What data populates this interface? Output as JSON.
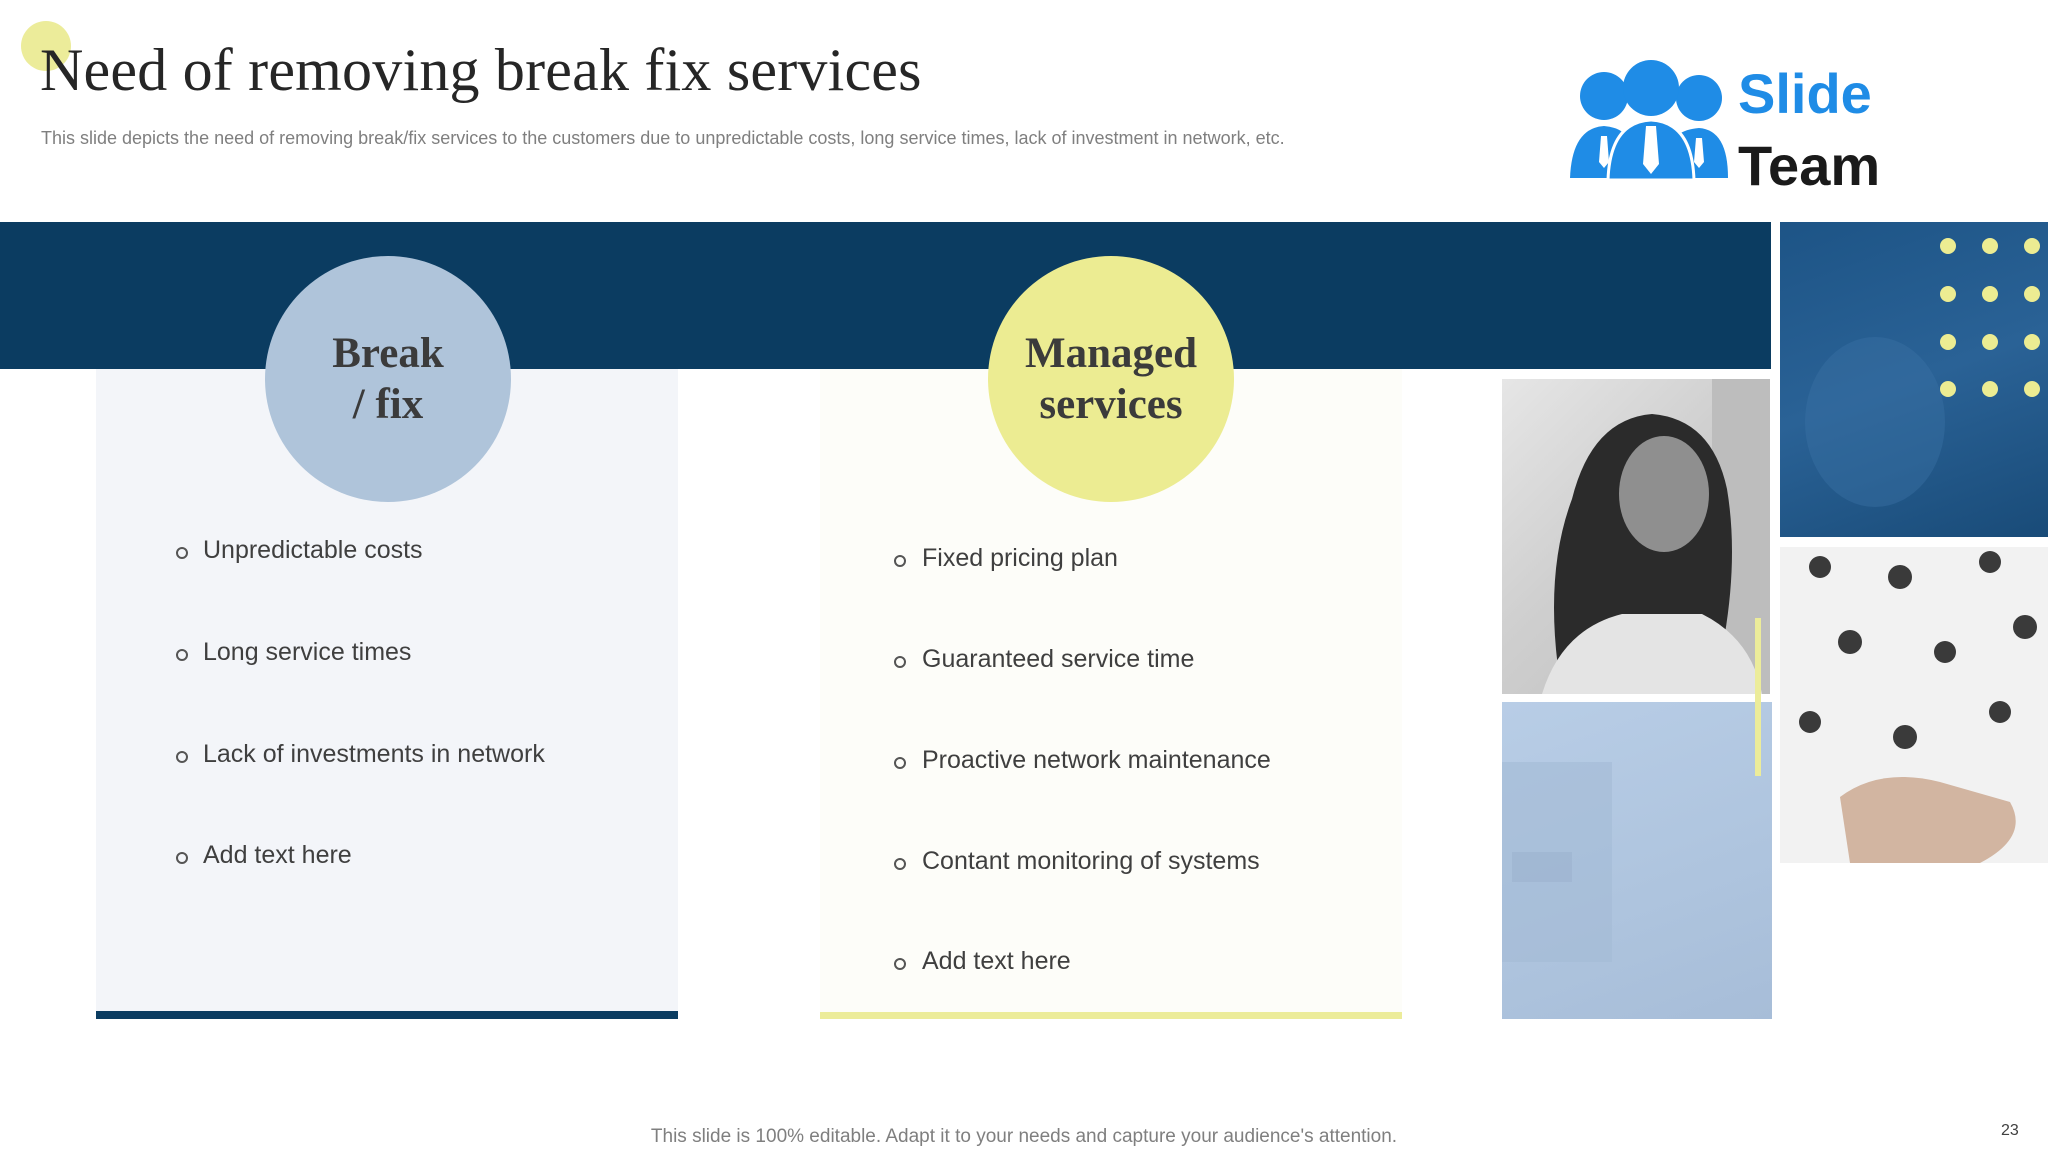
{
  "slide": {
    "title": "Need of removing break fix services",
    "subtitle": "This slide depicts the need of removing break/fix services to the customers due to unpredictable costs, long service times, lack of investment in network, etc.",
    "footer": "This slide is 100% editable. Adapt it to your needs and capture your audience's attention.",
    "page_number": "23"
  },
  "logo": {
    "line1": "Slide",
    "line2": "Team",
    "color": "#1f8ce6",
    "icon": "team-people-icon"
  },
  "break_fix": {
    "heading_line1": "Break",
    "heading_line2": "/ fix",
    "items": [
      "Unpredictable costs",
      "Long service times",
      "Lack of investments  in network",
      "Add text here"
    ]
  },
  "managed": {
    "heading_line1": "Managed",
    "heading_line2": "services",
    "items": [
      "Fixed pricing plan",
      "Guaranteed  service time",
      "Proactive network maintenance",
      "Contant monitoring  of systems",
      "Add text here"
    ]
  },
  "colors": {
    "navy": "#0b3c61",
    "light_blue": "#afc4da",
    "yellow": "#ecec92",
    "logo_blue": "#1f8ce6"
  }
}
